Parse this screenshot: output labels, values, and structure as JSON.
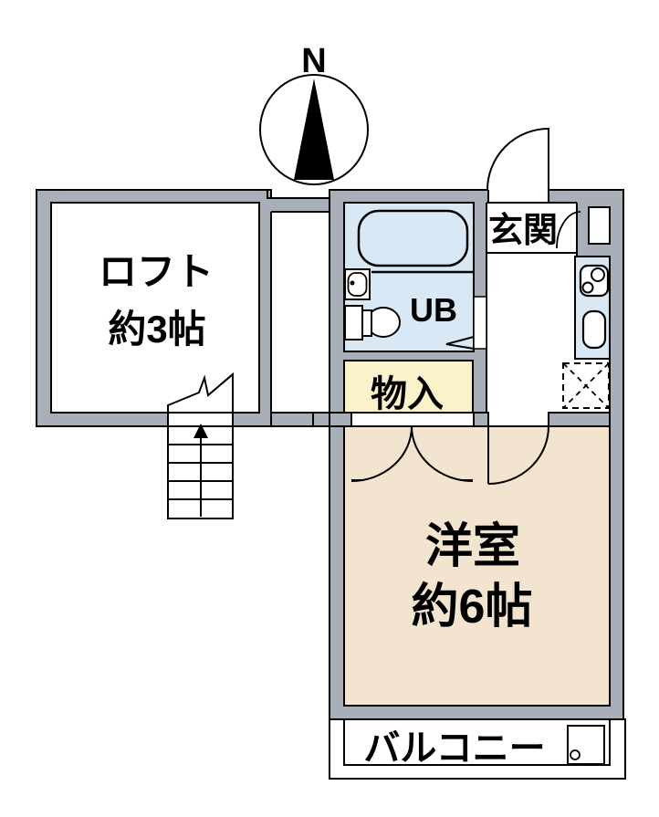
{
  "compass": {
    "north_label": "N"
  },
  "rooms": {
    "loft": {
      "label": "ロフト",
      "size": "約3帖"
    },
    "unit_bath": {
      "label": "UB"
    },
    "entrance": {
      "label": "玄関"
    },
    "storage": {
      "label": "物入"
    },
    "western_room": {
      "label": "洋室",
      "size": "約6帖"
    },
    "balcony": {
      "label": "バルコニー"
    }
  },
  "colors": {
    "wall_gray": "#a9afb8",
    "water_blue": "#d8e8f4",
    "room_beige": "#f2e4ce",
    "storage_cream": "#fbf1ca",
    "line_black": "#000000",
    "background": "#ffffff"
  }
}
